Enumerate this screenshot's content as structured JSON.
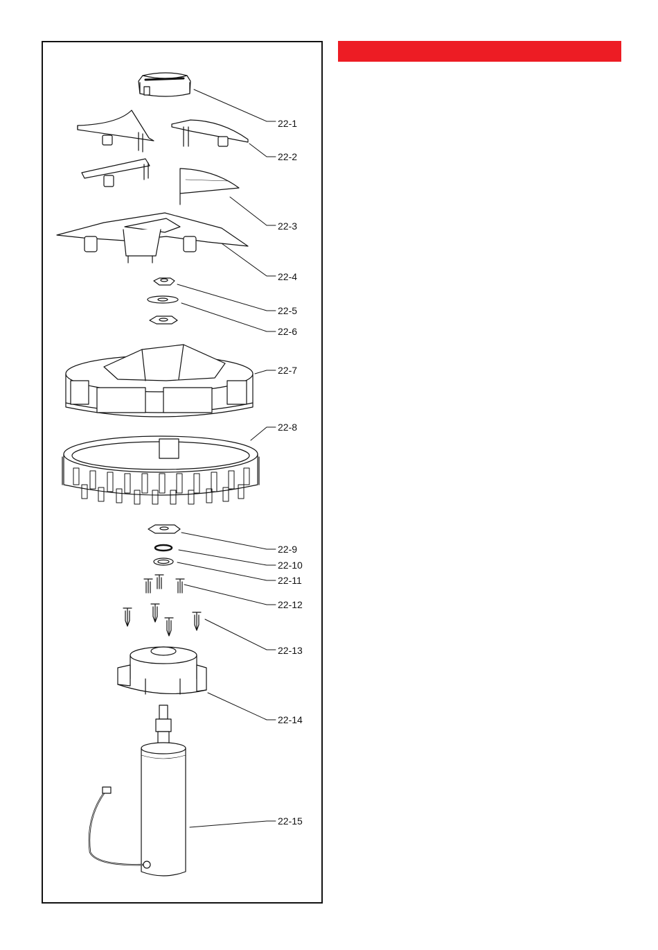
{
  "colors": {
    "accent": "#ED1C24",
    "line": "#111111",
    "frame": "#111111"
  },
  "header_bar": {
    "text": ""
  },
  "callouts": [
    {
      "label": "22-1"
    },
    {
      "label": "22-2"
    },
    {
      "label": "22-3"
    },
    {
      "label": "22-4"
    },
    {
      "label": "22-5"
    },
    {
      "label": "22-6"
    },
    {
      "label": "22-7"
    },
    {
      "label": "22-8"
    },
    {
      "label": "22-9"
    },
    {
      "label": "22-10"
    },
    {
      "label": "22-11"
    },
    {
      "label": "22-12"
    },
    {
      "label": "22-13"
    },
    {
      "label": "22-14"
    },
    {
      "label": "22-15"
    }
  ]
}
